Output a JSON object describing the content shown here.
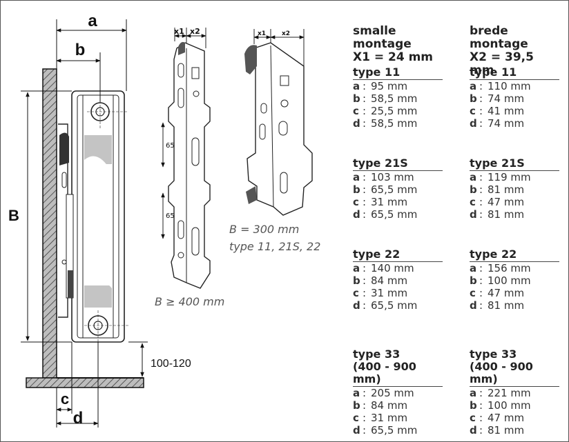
{
  "labels": {
    "a": "a",
    "b": "b",
    "B": "B",
    "c": "c",
    "d": "d",
    "floor_gap": "100-120",
    "x1": "x1",
    "x2": "x2",
    "x1_small": "x1",
    "x2_small": "x2",
    "dim65_top": "65",
    "dim65_bottom": "65"
  },
  "captions": {
    "bracket_tall": "B ≥ 400 mm",
    "bracket_short_line1": "B = 300 mm",
    "bracket_short_line2": "type 11, 21S, 22"
  },
  "columns": [
    {
      "head1": "smalle montage",
      "head2": "X1 = 24 mm",
      "types": [
        {
          "title": "type 11",
          "rows": [
            {
              "k": "a",
              "v": "95 mm"
            },
            {
              "k": "b",
              "v": "58,5 mm"
            },
            {
              "k": "c",
              "v": "25,5 mm"
            },
            {
              "k": "d",
              "v": "58,5 mm"
            }
          ]
        },
        {
          "title": "type 21S",
          "rows": [
            {
              "k": "a",
              "v": "103 mm"
            },
            {
              "k": "b",
              "v": "65,5 mm"
            },
            {
              "k": "c",
              "v": "31 mm"
            },
            {
              "k": "d",
              "v": "65,5 mm"
            }
          ]
        },
        {
          "title": "type 22",
          "rows": [
            {
              "k": "a",
              "v": "140 mm"
            },
            {
              "k": "b",
              "v": "84 mm"
            },
            {
              "k": "c",
              "v": "31 mm"
            },
            {
              "k": "d",
              "v": "65,5 mm"
            }
          ]
        },
        {
          "title": "type 33",
          "subtitle": "(400 - 900 mm)",
          "rows": [
            {
              "k": "a",
              "v": "205 mm"
            },
            {
              "k": "b",
              "v": "84 mm"
            },
            {
              "k": "c",
              "v": "31 mm"
            },
            {
              "k": "d",
              "v": "65,5 mm"
            }
          ]
        }
      ]
    },
    {
      "head1": "brede montage",
      "head2": "X2 = 39,5 mm",
      "types": [
        {
          "title": "type 11",
          "rows": [
            {
              "k": "a",
              "v": "110 mm"
            },
            {
              "k": "b",
              "v": "74 mm"
            },
            {
              "k": "c",
              "v": "41 mm"
            },
            {
              "k": "d",
              "v": "74 mm"
            }
          ]
        },
        {
          "title": "type 21S",
          "rows": [
            {
              "k": "a",
              "v": "119 mm"
            },
            {
              "k": "b",
              "v": "81 mm"
            },
            {
              "k": "c",
              "v": "47 mm"
            },
            {
              "k": "d",
              "v": "81 mm"
            }
          ]
        },
        {
          "title": "type 22",
          "rows": [
            {
              "k": "a",
              "v": "156 mm"
            },
            {
              "k": "b",
              "v": "100 mm"
            },
            {
              "k": "c",
              "v": "47 mm"
            },
            {
              "k": "d",
              "v": "81 mm"
            }
          ]
        },
        {
          "title": "type 33",
          "subtitle": "(400 - 900 mm)",
          "rows": [
            {
              "k": "a",
              "v": "221 mm"
            },
            {
              "k": "b",
              "v": "100 mm"
            },
            {
              "k": "c",
              "v": "47 mm"
            },
            {
              "k": "d",
              "v": "81 mm"
            }
          ]
        }
      ]
    }
  ]
}
